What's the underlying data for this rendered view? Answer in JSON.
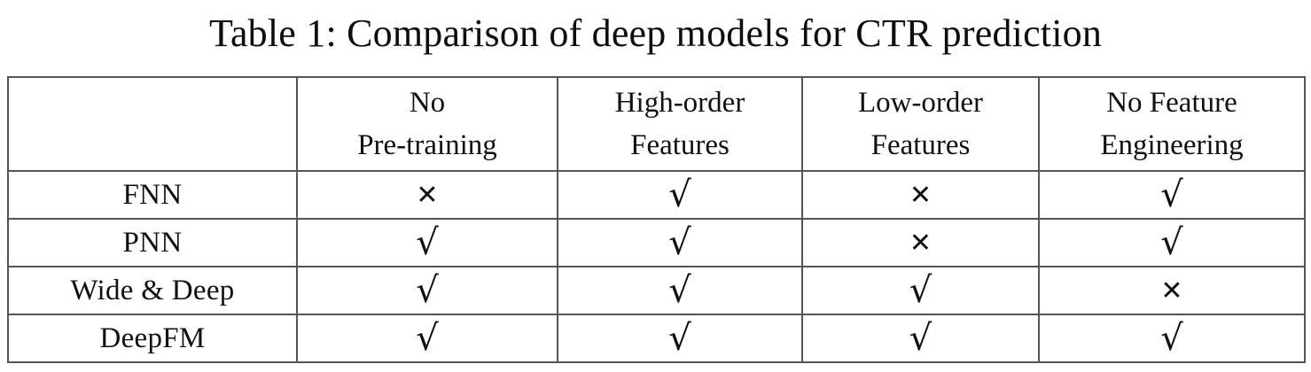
{
  "caption": "Table 1: Comparison of deep models for CTR prediction",
  "table": {
    "columns": [
      {
        "line1": "",
        "line2": ""
      },
      {
        "line1": "No",
        "line2": "Pre-training"
      },
      {
        "line1": "High-order",
        "line2": "Features"
      },
      {
        "line1": "Low-order",
        "line2": "Features"
      },
      {
        "line1": "No Feature",
        "line2": "Engineering"
      }
    ],
    "marks": {
      "yes": "√",
      "no": "✕"
    },
    "rows": [
      {
        "model": "FNN",
        "cells": [
          "no",
          "yes",
          "no",
          "yes"
        ]
      },
      {
        "model": "PNN",
        "cells": [
          "yes",
          "yes",
          "no",
          "yes"
        ]
      },
      {
        "model": "Wide & Deep",
        "cells": [
          "yes",
          "yes",
          "yes",
          "no"
        ]
      },
      {
        "model": "DeepFM",
        "cells": [
          "yes",
          "yes",
          "yes",
          "yes"
        ]
      }
    ]
  },
  "colors": {
    "border": "#555555",
    "text": "#101010",
    "background": "#ffffff"
  }
}
